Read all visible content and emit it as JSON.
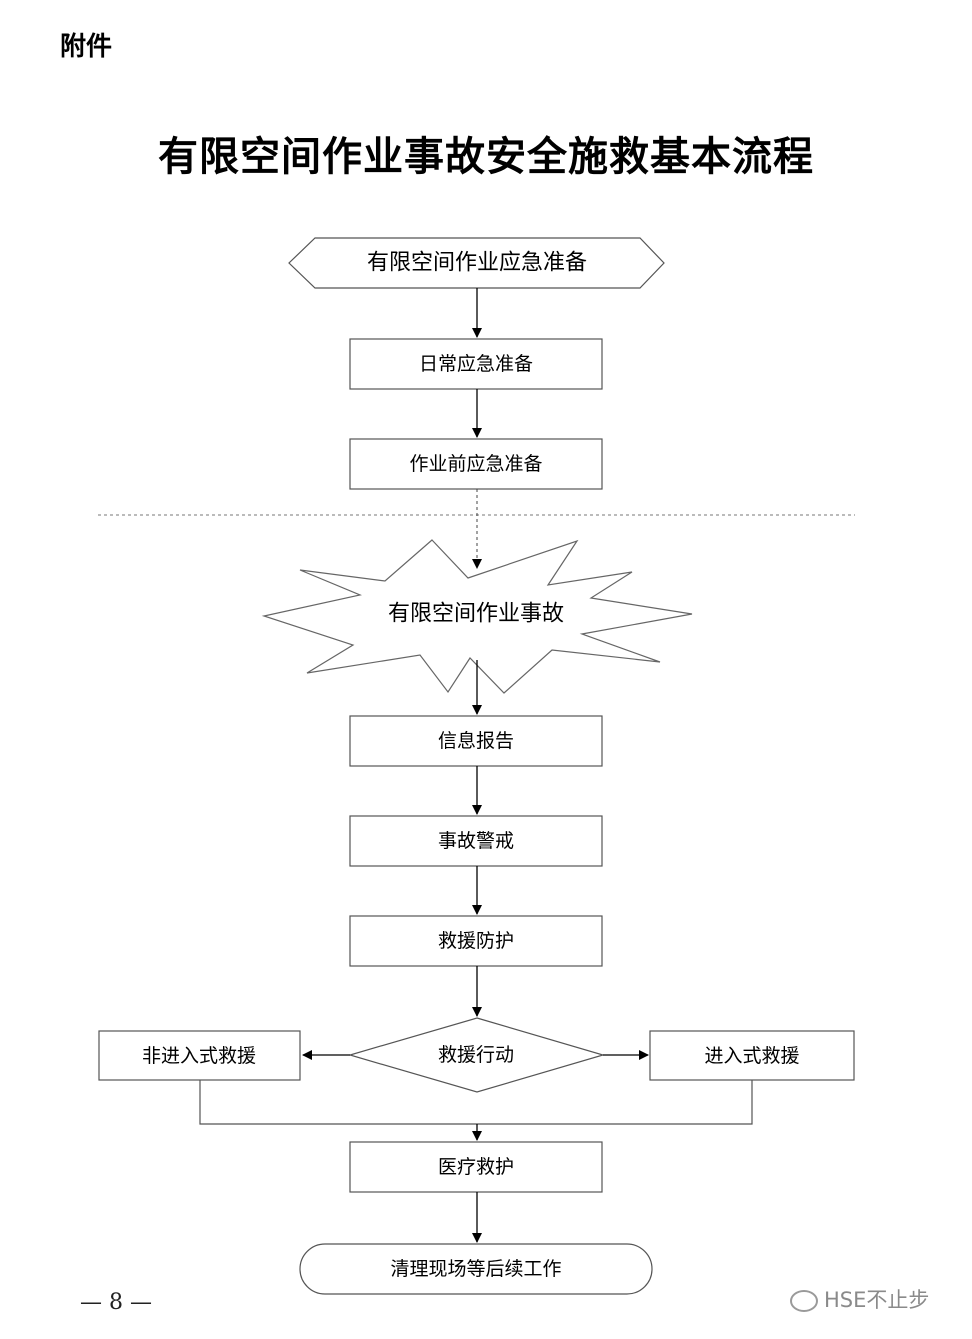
{
  "header": {
    "attachment_label": "附件"
  },
  "title": "有限空间作业事故安全施救基本流程",
  "flow": {
    "prep_title": "有限空间作业应急准备",
    "daily_prep": "日常应急准备",
    "pre_work_prep": "作业前应急准备",
    "accident": "有限空间作业事故",
    "info_report": "信息报告",
    "accident_alert": "事故警戒",
    "rescue_protection": "救援防护",
    "rescue_action": "救援行动",
    "non_entry_rescue": "非进入式救援",
    "entry_rescue": "进入式救援",
    "medical_aid": "医疗救护",
    "cleanup": "清理现场等后续工作"
  },
  "footer": {
    "page_number": "— 8 —",
    "watermark": "HSE不止步"
  }
}
